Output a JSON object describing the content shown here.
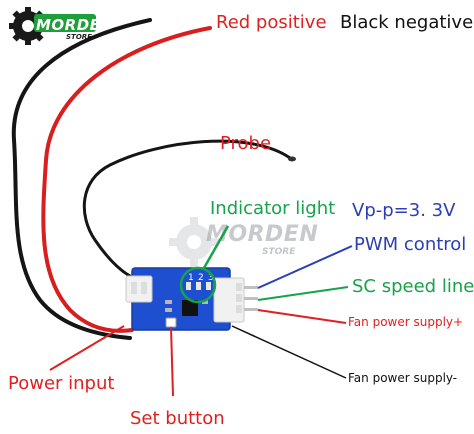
{
  "brand": {
    "name": "MORDEN",
    "sub": "STORE"
  },
  "watermark": {
    "name": "MORDEN",
    "sub": "STORE"
  },
  "labels": {
    "red_positive": "Red positive",
    "black_negative": "Black negative",
    "probe": "Probe",
    "indicator_light": "Indicator light",
    "vpp": "Vp-p=3. 3V",
    "pwm_control": "PWM control",
    "sc_speed_line": "SC speed line",
    "fan_power_plus": "Fan power supply+",
    "fan_power_minus": "Fan power supply-",
    "power_input": "Power input",
    "set_button": "Set button"
  },
  "board_pins": [
    "1",
    "2",
    "3"
  ],
  "colors": {
    "red": "#e02020",
    "black": "#111111",
    "green": "#16a34a",
    "blue": "#2a3fb5",
    "board": "#1f4fd1"
  }
}
